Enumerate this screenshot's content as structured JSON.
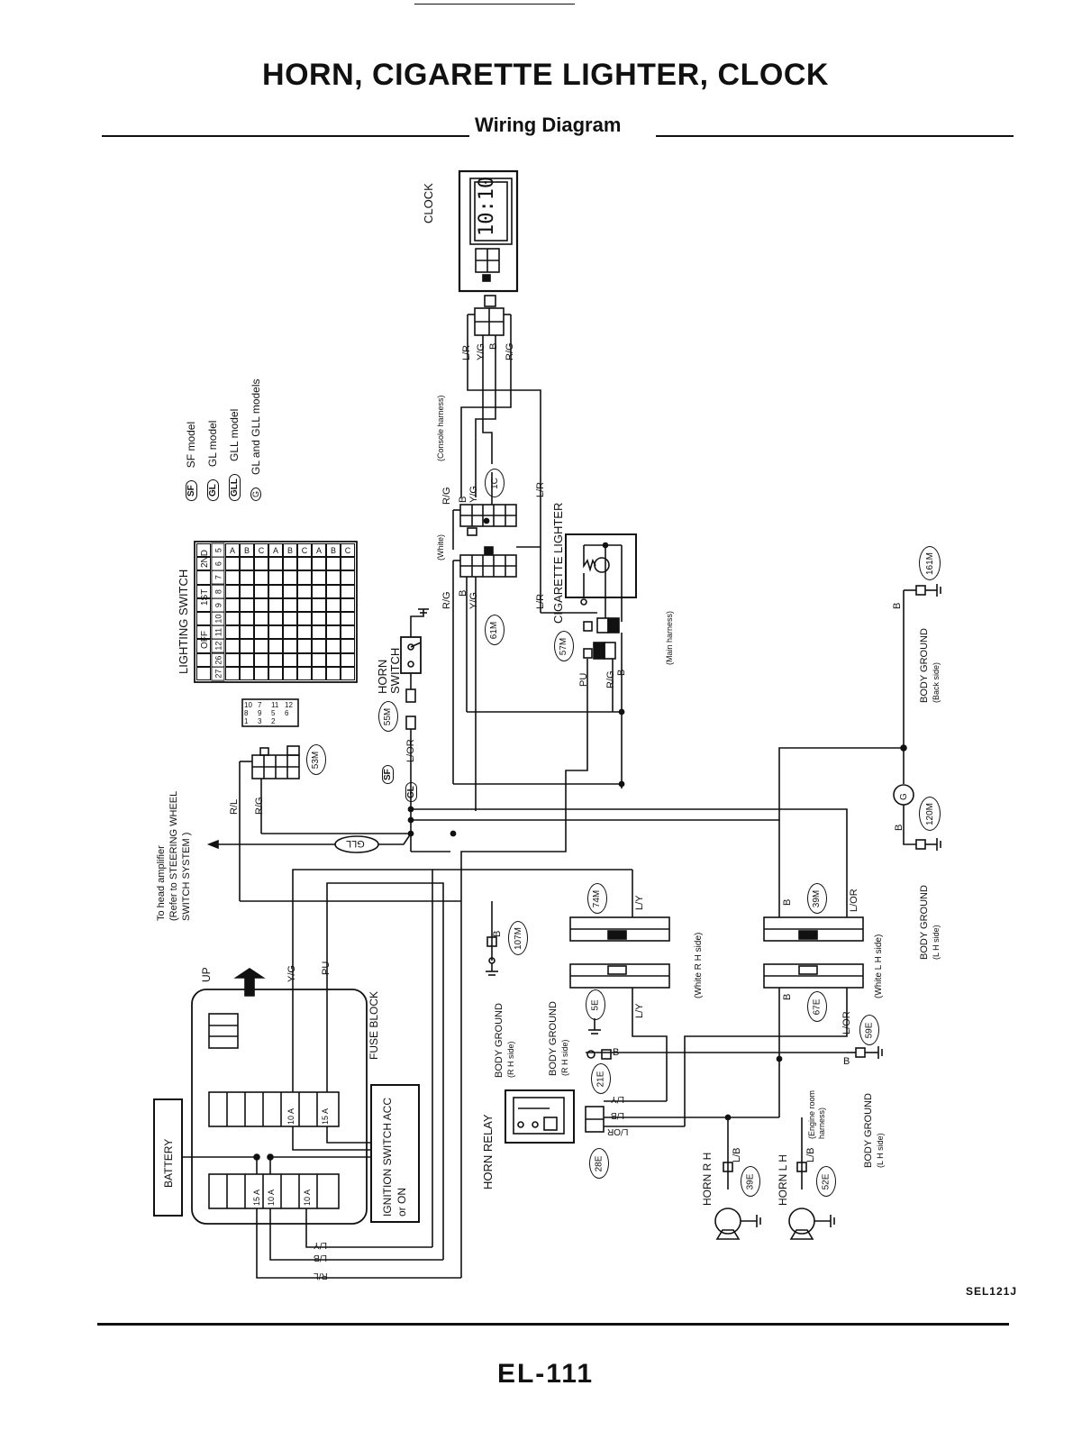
{
  "page": {
    "title": "HORN, CIGARETTE LIGHTER, CLOCK",
    "subtitle": "Wiring Diagram",
    "code": "SEL121J",
    "number": "EL-111"
  },
  "components": {
    "clock": "CLOCK",
    "clock_display": "10:10",
    "cigarette_lighter": "CIGARETTE LIGHTER",
    "lighting_switch": "LIGHTING SWITCH",
    "horn_switch": "HORN SWITCH",
    "fuse_block": "FUSE BLOCK",
    "battery": "BATTERY",
    "ignition_switch": "IGNITION SWITCH ACC or ON",
    "horn_relay": "HORN RELAY",
    "horn_rh": "HORN R H",
    "horn_lh": "HORN L H",
    "up": "UP"
  },
  "legend": [
    {
      "code": "SF",
      "label": "SF model"
    },
    {
      "code": "GL",
      "label": "GL model"
    },
    {
      "code": "GLL",
      "label": "GLL model"
    },
    {
      "code": "G",
      "label": "GL and GLL models"
    }
  ],
  "notes": {
    "steering": [
      "To head amplifier",
      "(Refer to STEERING WHEEL",
      "SWITCH SYSTEM )"
    ],
    "console_harness": "(Console harness)",
    "main_harness": "(Main harness)",
    "white": "(White)",
    "white_rh": "(White  R H side)",
    "white_lh": "(White  L H side)",
    "engine_room": "(Engine room harness)"
  },
  "grounds": [
    {
      "label": "BODY GROUND",
      "side": "(Back side)"
    },
    {
      "label": "BODY GROUND",
      "side": "(L H side)"
    },
    {
      "label": "BODY GROUND",
      "side": "(R H side)"
    },
    {
      "label": "BODY GROUND",
      "side": "(R H side)"
    },
    {
      "label": "BODY GROUND",
      "side": "(L H side)"
    }
  ],
  "connectors": [
    "161M",
    "120M",
    "107M",
    "5E",
    "21E",
    "28E",
    "39E",
    "52E",
    "59E",
    "57M",
    "61M",
    "1C",
    "55M",
    "53M",
    "74M",
    "39M",
    "67E"
  ],
  "fuses": [
    "10 A",
    "15 A",
    "15 A",
    "10 A",
    "10 A"
  ],
  "wires": {
    "lr": "L/R",
    "yg": "Y/G",
    "b": "B",
    "rg": "R/G",
    "pu": "PU",
    "ly": "L/Y",
    "lb": "L/B",
    "lor": "L/OR",
    "rl": "R/L",
    "g": "G"
  },
  "switch_positions": [
    "OFF",
    "1ST",
    "2ND"
  ],
  "switch_contacts": [
    "A",
    "B",
    "C"
  ],
  "switch_terminals": [
    "5",
    "6",
    "7",
    "8",
    "9",
    "10",
    "11",
    "12",
    "26",
    "27"
  ],
  "small_connector_pins": [
    "10",
    "7",
    "11",
    "12",
    "8",
    "9",
    "5",
    "6",
    "1",
    "3",
    "2"
  ]
}
